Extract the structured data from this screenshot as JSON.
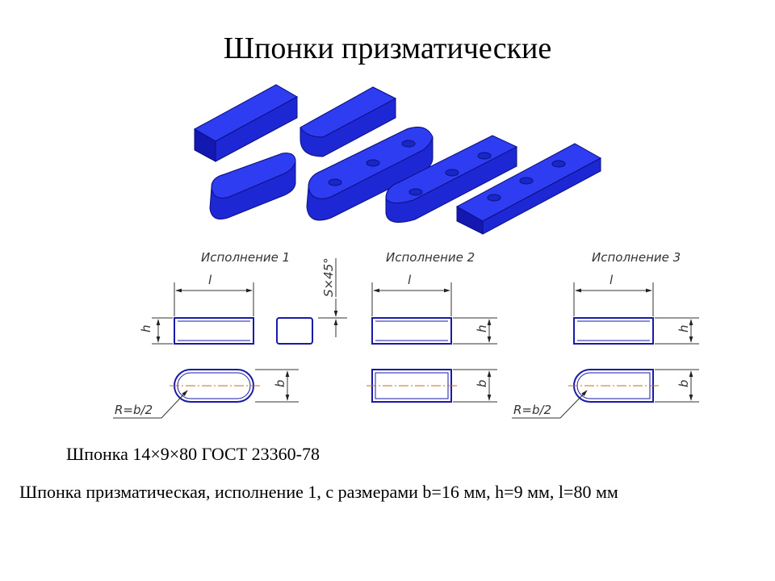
{
  "title": "Шпонки призматические",
  "variants": [
    {
      "label": "Исполнение 1",
      "dim_l": "l",
      "dim_h": "h",
      "dim_b": "b",
      "radius": "R=b/2"
    },
    {
      "label": "Исполнение 2",
      "dim_l": "l",
      "dim_h": "h",
      "dim_b": "b"
    },
    {
      "label": "Исполнение 3",
      "dim_l": "l",
      "dim_h": "h",
      "dim_b": "b",
      "radius": "R=b/2"
    }
  ],
  "chamfer_label": "S×45°",
  "designation": "Шпонка 14×9×80 ГОСТ 23360-78",
  "description": "Шпонка призматическая, исполнение 1, с размерами b=16 мм, h=9 мм, l=80 мм",
  "colors": {
    "key_top": "#2e3cf2",
    "key_side": "#1d28d4",
    "key_front": "#1218b0",
    "outline": "#0c1080",
    "drawing": "#1a1aa8",
    "center_line": "#c07020"
  }
}
